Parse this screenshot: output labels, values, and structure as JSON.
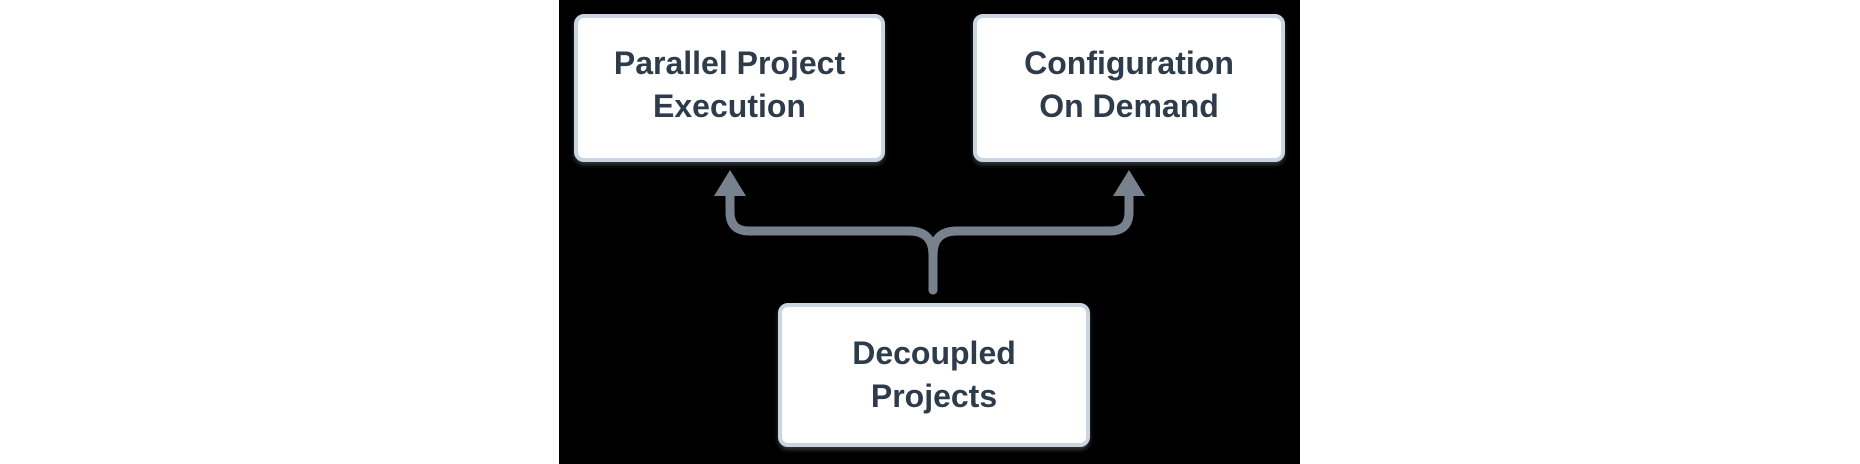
{
  "diagram": {
    "nodes": [
      {
        "id": "parallel-project-execution",
        "label": "Parallel Project\nExecution"
      },
      {
        "id": "configuration-on-demand",
        "label": "Configuration\nOn Demand"
      },
      {
        "id": "decoupled-projects",
        "label": "Decoupled\nProjects"
      }
    ],
    "edges": [
      {
        "from": "decoupled-projects",
        "to": "parallel-project-execution",
        "style": "arrow-up"
      },
      {
        "from": "decoupled-projects",
        "to": "configuration-on-demand",
        "style": "arrow-up"
      }
    ]
  },
  "colors": {
    "page_bg": "#ffffff",
    "panel_bg": "#000000",
    "node_fill": "#ffffff",
    "node_border": "#cbd5df",
    "node_text": "#2e3b4a",
    "connector": "#78828f"
  }
}
